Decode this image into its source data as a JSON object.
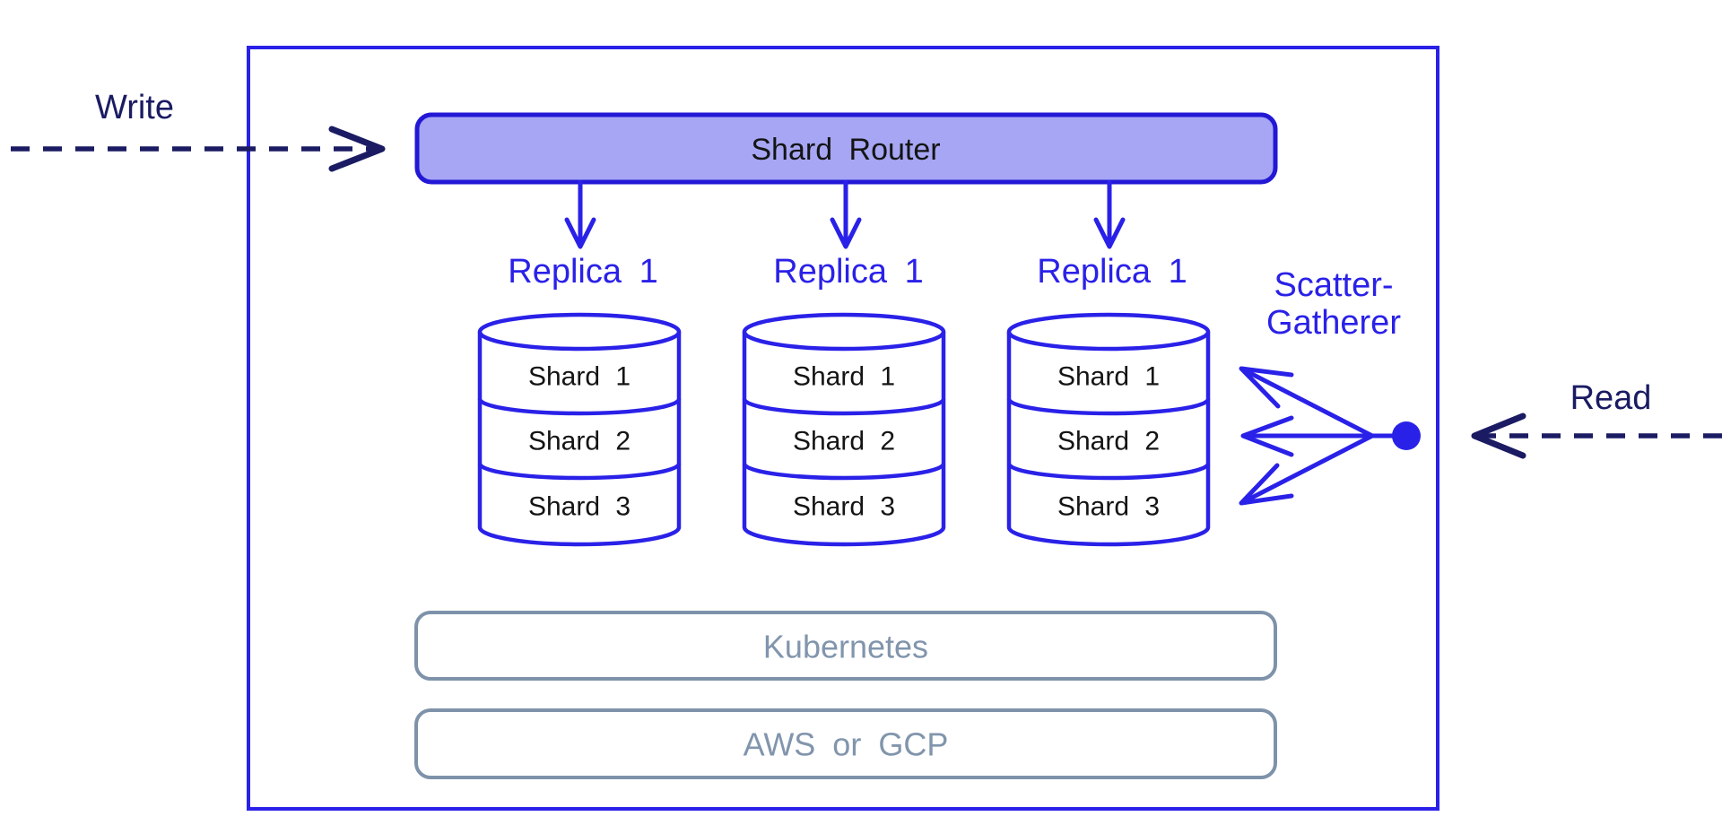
{
  "colors": {
    "blue": "#2a21e8",
    "navy": "#1b1b63",
    "router_fill": "#a6a6f4",
    "router_border": "#2318d6",
    "gray": "#7e92aa",
    "gray_text": "#8195ac"
  },
  "diagram": {
    "write_label": "Write",
    "read_label": "Read",
    "router_label": "Shard Router",
    "scatter_line1": "Scatter-",
    "scatter_line2": "Gatherer",
    "replicas": [
      {
        "label": "Replica 1",
        "shards": [
          "Shard 1",
          "Shard 2",
          "Shard 3"
        ]
      },
      {
        "label": "Replica 1",
        "shards": [
          "Shard 1",
          "Shard 2",
          "Shard 3"
        ]
      },
      {
        "label": "Replica 1",
        "shards": [
          "Shard 1",
          "Shard 2",
          "Shard 3"
        ]
      }
    ],
    "infra": [
      {
        "label": "Kubernetes"
      },
      {
        "label": "AWS or GCP"
      }
    ]
  }
}
